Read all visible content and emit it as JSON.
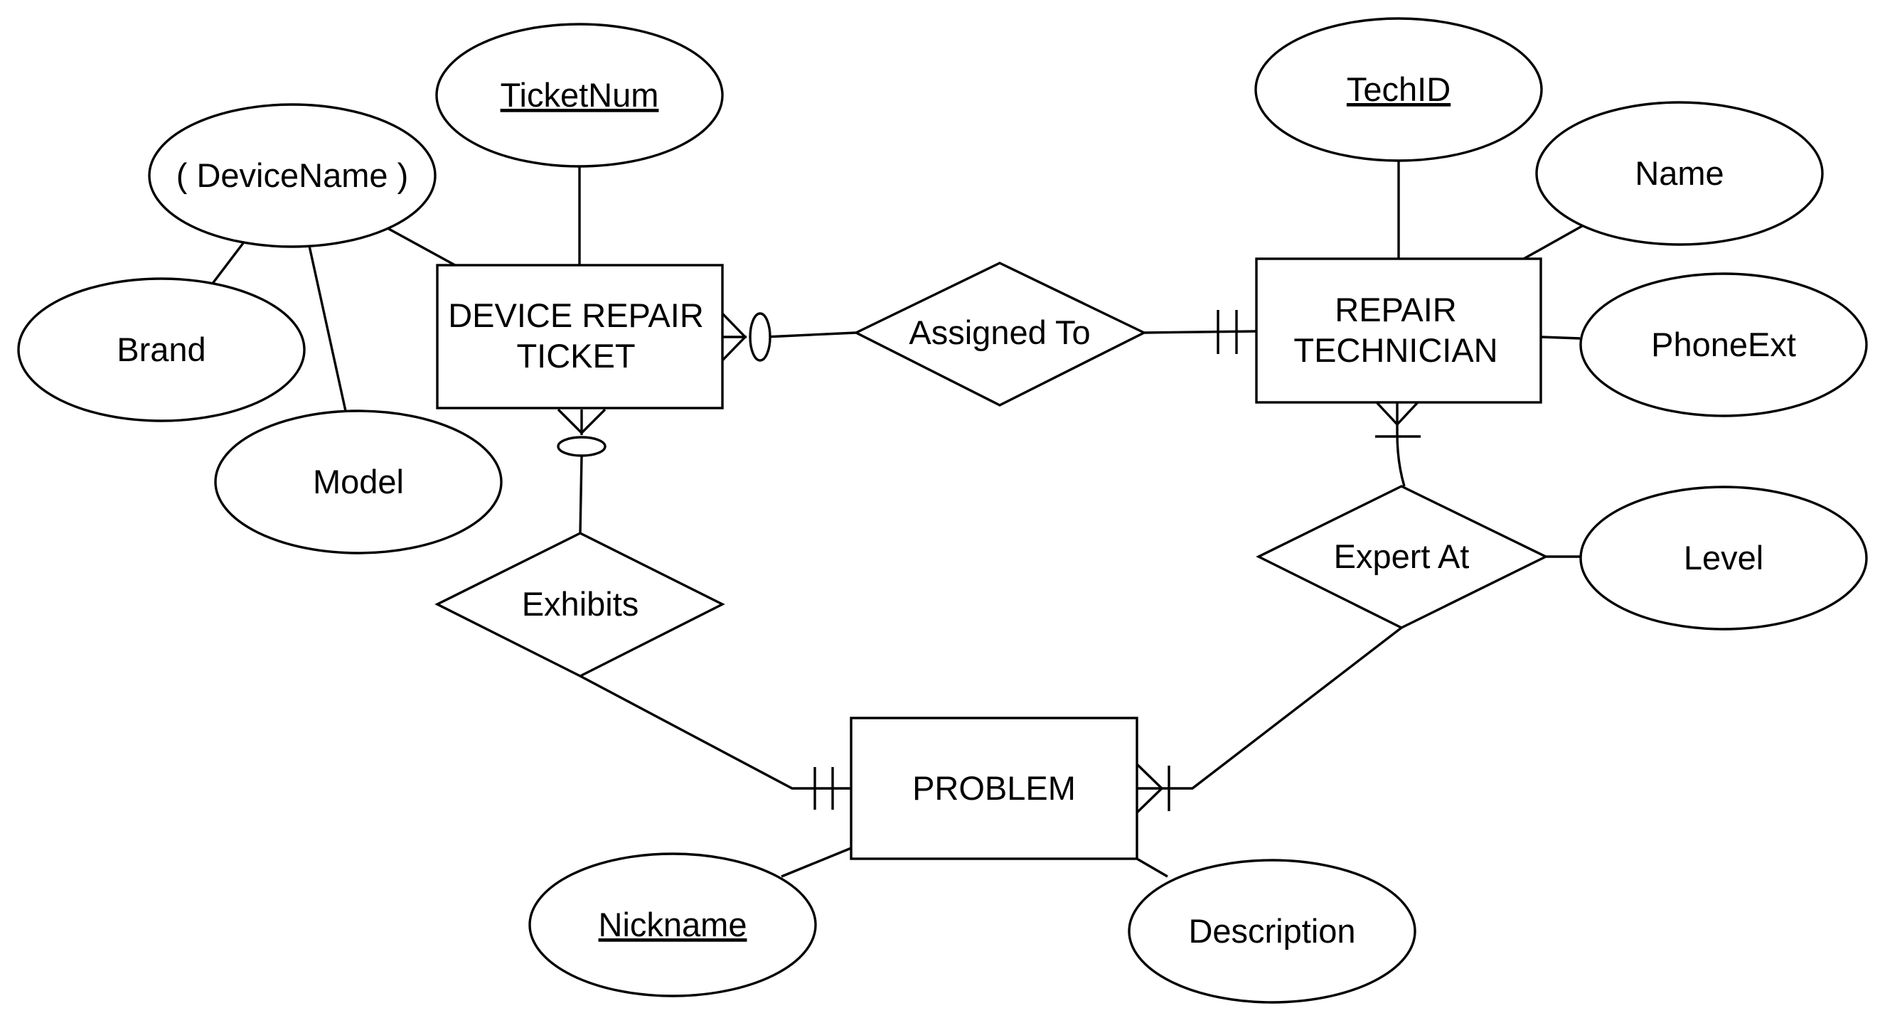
{
  "entities": {
    "device_repair_ticket": [
      "DEVICE REPAIR",
      "TICKET"
    ],
    "repair_technician": [
      "REPAIR",
      "TECHNICIAN"
    ],
    "problem": [
      "PROBLEM"
    ]
  },
  "relationships": {
    "assigned_to": "Assigned To",
    "exhibits": "Exhibits",
    "expert_at": "Expert At"
  },
  "attributes": {
    "ticketnum": "TicketNum",
    "devicename": "( DeviceName )",
    "brand": "Brand",
    "model": "Model",
    "techid": "TechID",
    "name": "Name",
    "phoneext": "PhoneExt",
    "level": "Level",
    "nickname": "Nickname",
    "description": "Description"
  }
}
